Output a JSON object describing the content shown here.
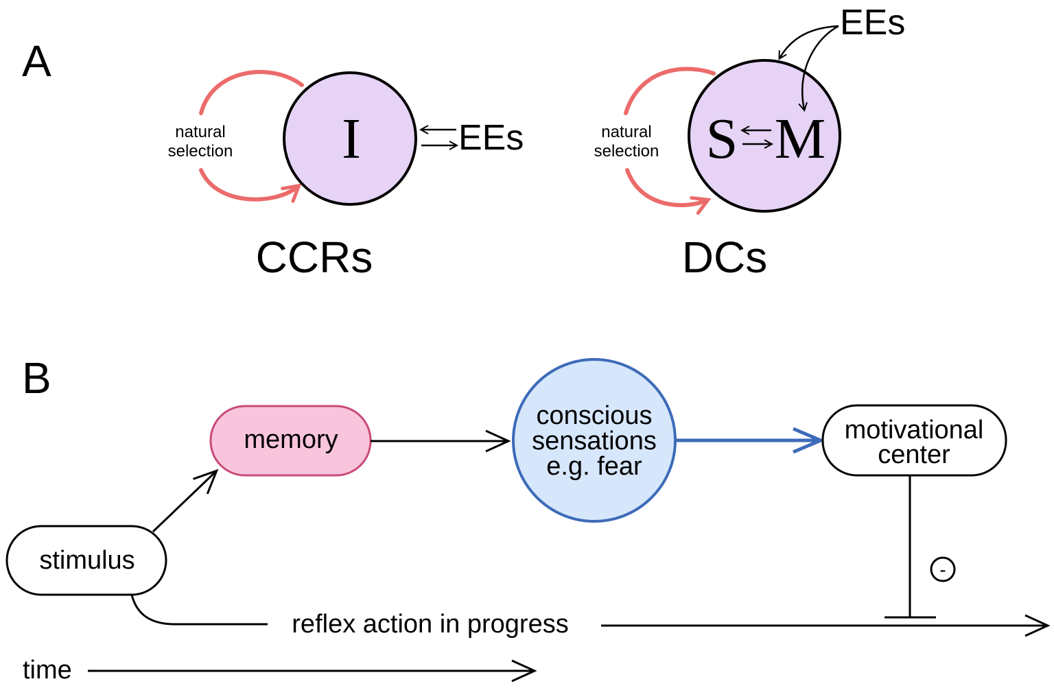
{
  "panel_a": {
    "label": "A",
    "ccrs": {
      "loop_label_line1": "natural",
      "loop_label_line2": "selection",
      "circle_text": "I",
      "ees_label": "EEs",
      "caption": "CCRs"
    },
    "dcs": {
      "loop_label_line1": "natural",
      "loop_label_line2": "selection",
      "circle_left": "S",
      "circle_right": "M",
      "ees_label": "EEs",
      "caption": "DCs"
    }
  },
  "panel_b": {
    "label": "B",
    "stimulus": "stimulus",
    "memory": "memory",
    "conscious_line1": "conscious",
    "conscious_line2": "sensations",
    "conscious_line3": "e.g. fear",
    "motivational_line1": "motivational",
    "motivational_line2": "center",
    "inhibit_sign": "-",
    "reflex_label": "reflex action in progress",
    "time_label": "time"
  },
  "colors": {
    "circle_fill": "#e6d3f5",
    "loop_arrow": "#ec6b6b",
    "memory_fill": "#f8c5dc",
    "memory_stroke": "#c94b79",
    "conscious_fill": "#d6e6fb",
    "conscious_stroke": "#3d6bb8",
    "strong_arrow": "#3d6bb8"
  }
}
